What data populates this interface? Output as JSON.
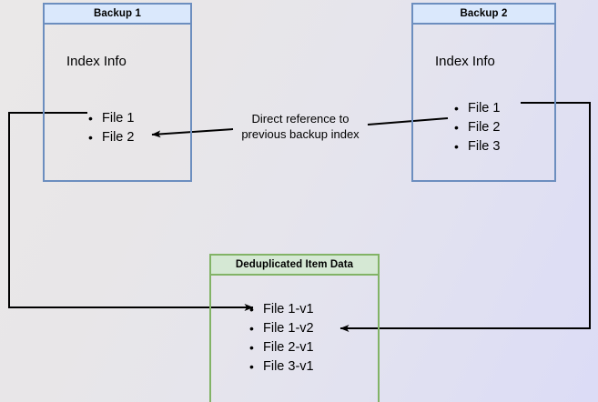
{
  "diagram": {
    "title": "Backup deduplication reference diagram",
    "background_gradient_from": "#eae8e8",
    "background_gradient_to": "#dcdcf6",
    "blue_border": "#6c8ebf",
    "blue_header_fill": "#dae8fc",
    "green_border": "#82b366",
    "green_header_fill": "#d5e8d4",
    "edge_color": "#000000"
  },
  "nodes": {
    "backup1": {
      "header": "Backup 1",
      "index_label": "Index Info",
      "files": [
        {
          "label": "File 1"
        },
        {
          "label": "File 2"
        }
      ]
    },
    "backup2": {
      "header": "Backup 2",
      "index_label": "Index Info",
      "files": [
        {
          "label": "File 1"
        },
        {
          "label": "File 2"
        },
        {
          "label": "File 3"
        }
      ]
    },
    "dedup": {
      "header": "Deduplicated Item Data",
      "files": [
        {
          "label": "File 1-v1"
        },
        {
          "label": "File 1-v2"
        },
        {
          "label": "File 2-v1"
        },
        {
          "label": "File 3-v1"
        }
      ]
    }
  },
  "annotations": {
    "direct_reference": "Direct reference to\nprevious backup index"
  }
}
